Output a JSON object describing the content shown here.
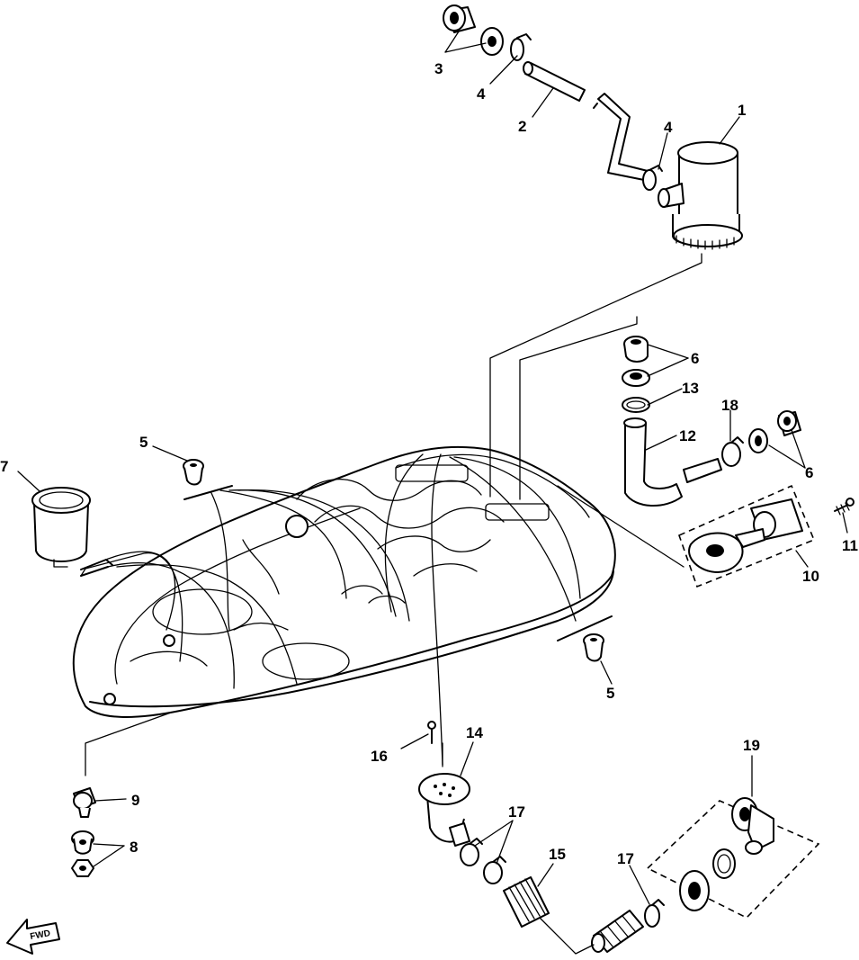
{
  "callouts": {
    "c1": "1",
    "c2": "2",
    "c3": "3",
    "c4a": "4",
    "c4b": "4",
    "c5a": "5",
    "c5b": "5",
    "c6a": "6",
    "c6b": "6",
    "c7": "7",
    "c8": "8",
    "c9": "9",
    "c10": "10",
    "c11": "11",
    "c12": "12",
    "c13": "13",
    "c14": "14",
    "c15": "15",
    "c16": "16",
    "c17a": "17",
    "c17b": "17",
    "c18": "18",
    "c19": "19"
  },
  "front_badge": "FWD"
}
